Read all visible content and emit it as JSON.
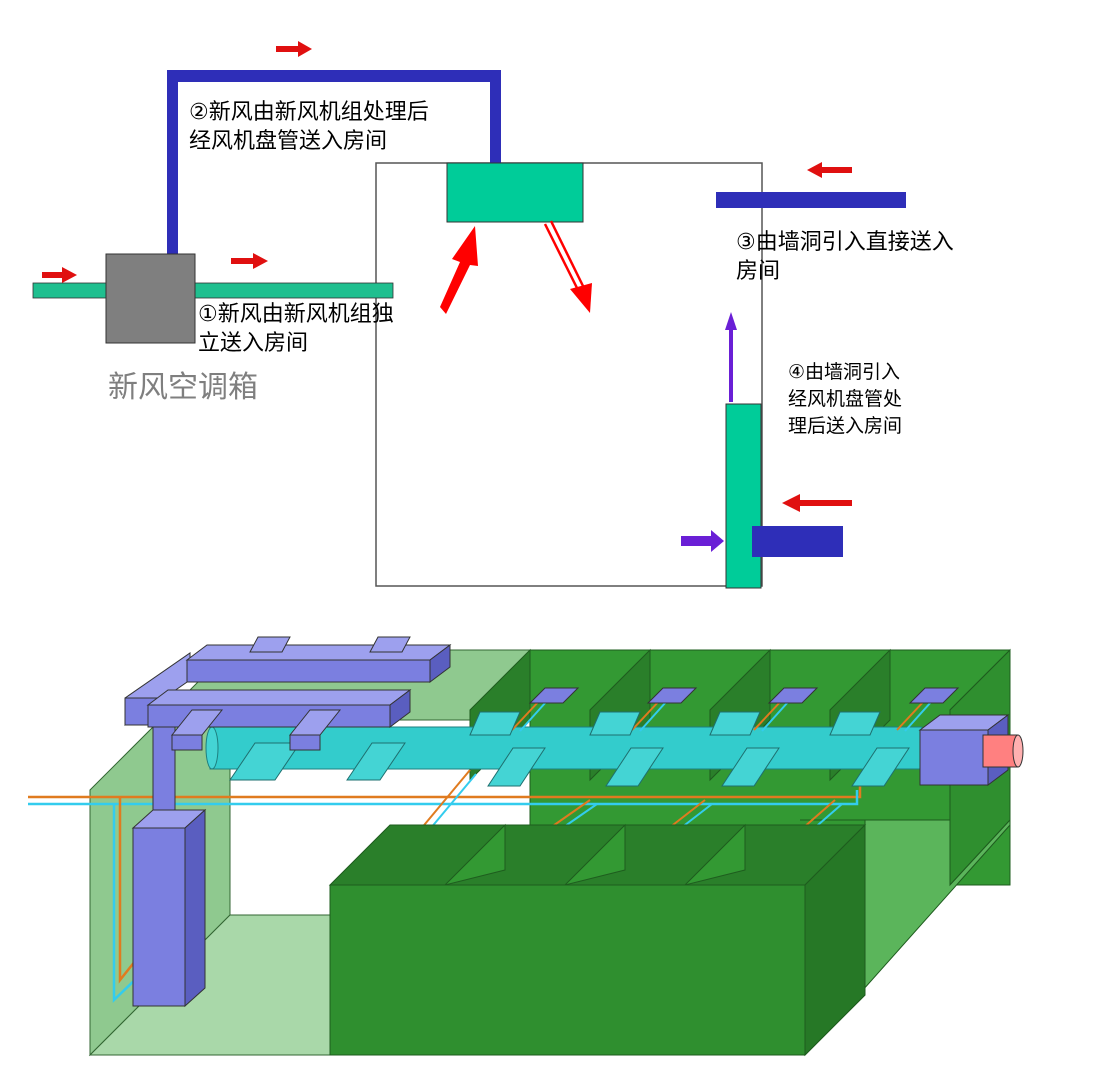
{
  "labels": {
    "route1": [
      "①新风由新风机组独",
      "立送入房间"
    ],
    "route2": [
      "②新风由新风机组处理后",
      "经风机盘管送入房间"
    ],
    "route3": [
      "③由墙洞引入直接送入",
      "房间"
    ],
    "route4": [
      "④由墙洞引入",
      "经风机盘管处",
      "理后送入房间"
    ],
    "fresh_air_unit": "新风空调箱"
  },
  "colors": {
    "supply_duct": "#2e2eb8",
    "fan_coil": "#00cc99",
    "air_handler": "#7f7f7f",
    "flow_arrow": "#ff0000",
    "inlet_arrow": "#6a1fd6",
    "room_wall_dark": "#339933",
    "room_wall_light": "#8fc98f",
    "duct_3d": "#7b7fe0",
    "main_duct_3d": "#33cccc",
    "water_supply_pipe": "#e07b1f",
    "water_return_pipe": "#33ccee",
    "outlet_collar": "#ff8080"
  }
}
